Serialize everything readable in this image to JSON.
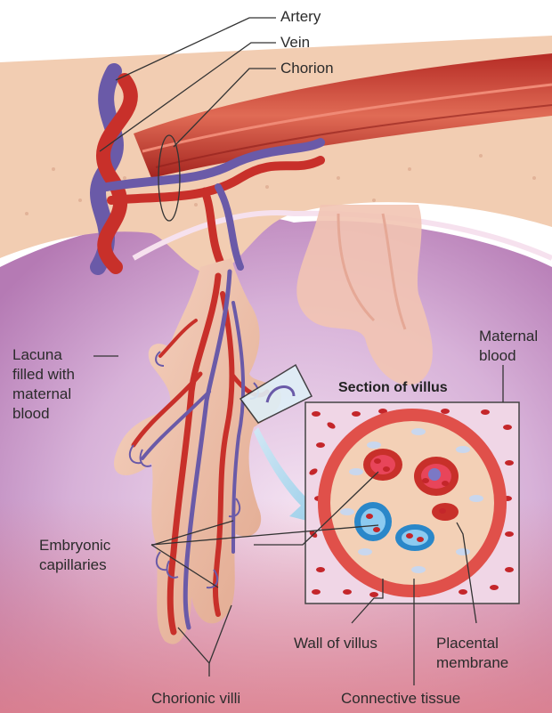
{
  "labels": {
    "artery": "Artery",
    "vein": "Vein",
    "chorion": "Chorion",
    "lacuna": "Lacuna\nfilled with\nmaternal\nblood",
    "maternal_blood": "Maternal\nblood",
    "section_of_villus": "Section of villus",
    "embryonic_capillaries": "Embryonic\ncapillaries",
    "wall_of_villus": "Wall of villus",
    "placental_membrane": "Placental\nmembrane",
    "chorionic_villi": "Chorionic villi",
    "connective_tissue": "Connective tissue"
  },
  "colors": {
    "artery_red": "#c8302a",
    "vein_purple": "#6a5aa8",
    "tissue_tan": "#f1c9a8",
    "lacuna_lilac": "#d9b6dd",
    "maternal_blood_red": "#c4262a",
    "capillary_blue": "#2a87c9",
    "leader_line": "#333333"
  }
}
